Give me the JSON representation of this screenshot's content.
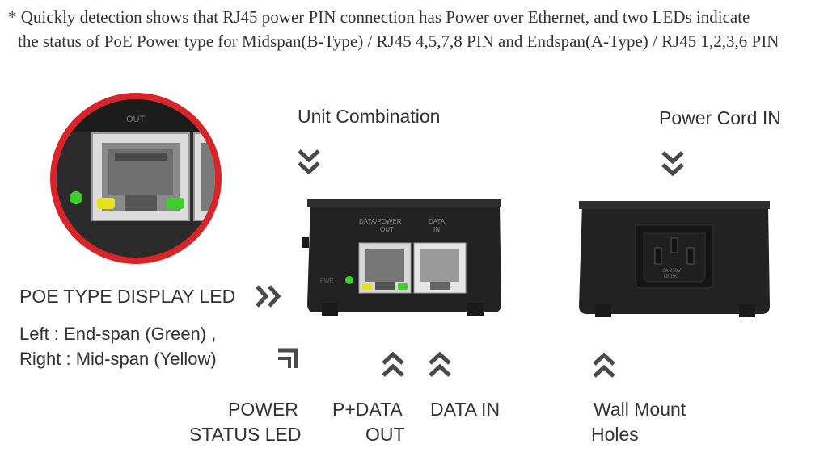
{
  "note": {
    "line1": "* Quickly detection shows that RJ45 power PIN connection has Power over Ethernet, and two LEDs indicate",
    "line2": "the  status of PoE Power type for  Midspan(B-Type) / RJ45 4,5,7,8 PIN and Endspan(A-Type) / RJ45 1,2,3,6 PIN"
  },
  "labels": {
    "unit_combination": "Unit Combination",
    "power_cord_in": "Power Cord IN",
    "poe_type_display_led": "POE TYPE DISPLAY LED",
    "left_desc": "Left  : End-span (Green) ,",
    "right_desc": "Right : Mid-span (Yellow)",
    "power_status_led_1": "POWER",
    "power_status_led_2": "STATUS LED",
    "p_data_out_1": "P+DATA",
    "p_data_out_2": "OUT",
    "data_in": "DATA IN",
    "wall_mount_1": "Wall Mount",
    "wall_mount_2": "Holes"
  },
  "device_text": {
    "zoom_port": "OUT",
    "port1_a": "DATA/POWER",
    "port1_b": "OUT",
    "port2_a": "DATA",
    "port2_b": "IN",
    "led_label": "PWR",
    "inlet_text_1": "10A 250V",
    "inlet_text_2": "T8 150"
  },
  "icons": {
    "down": "double-chevron-down-icon",
    "up": "double-chevron-up-icon",
    "right": "double-chevron-right-icon",
    "corner": "corner-arrow-icon"
  },
  "colors": {
    "zoom_ring": "#d9252a",
    "led_green": "#3fcf2a",
    "led_yellow": "#e8e21a",
    "chevron": "#4a4a4a"
  }
}
